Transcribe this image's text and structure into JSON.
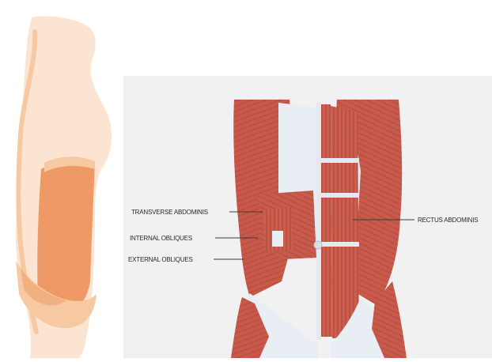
{
  "labels": {
    "transverse_abdominis": "TRANSVERSE ABDOMINIS",
    "internal_obliques": "INTERNAL OBLIQUES",
    "external_obliques": "EXTERNAL OBLIQUES",
    "rectus_abdominis": "RECTUS ABDOMINIS"
  },
  "colors": {
    "side_figure_light": "#fbe5d2",
    "side_figure_mid": "#f6c9a3",
    "side_figure_deep": "#ef9a66",
    "muscle_red": "#c8584a",
    "muscle_dark": "#a8473b",
    "fascia_white": "#e9eef5",
    "panel_bg": "#f1f1f1"
  }
}
